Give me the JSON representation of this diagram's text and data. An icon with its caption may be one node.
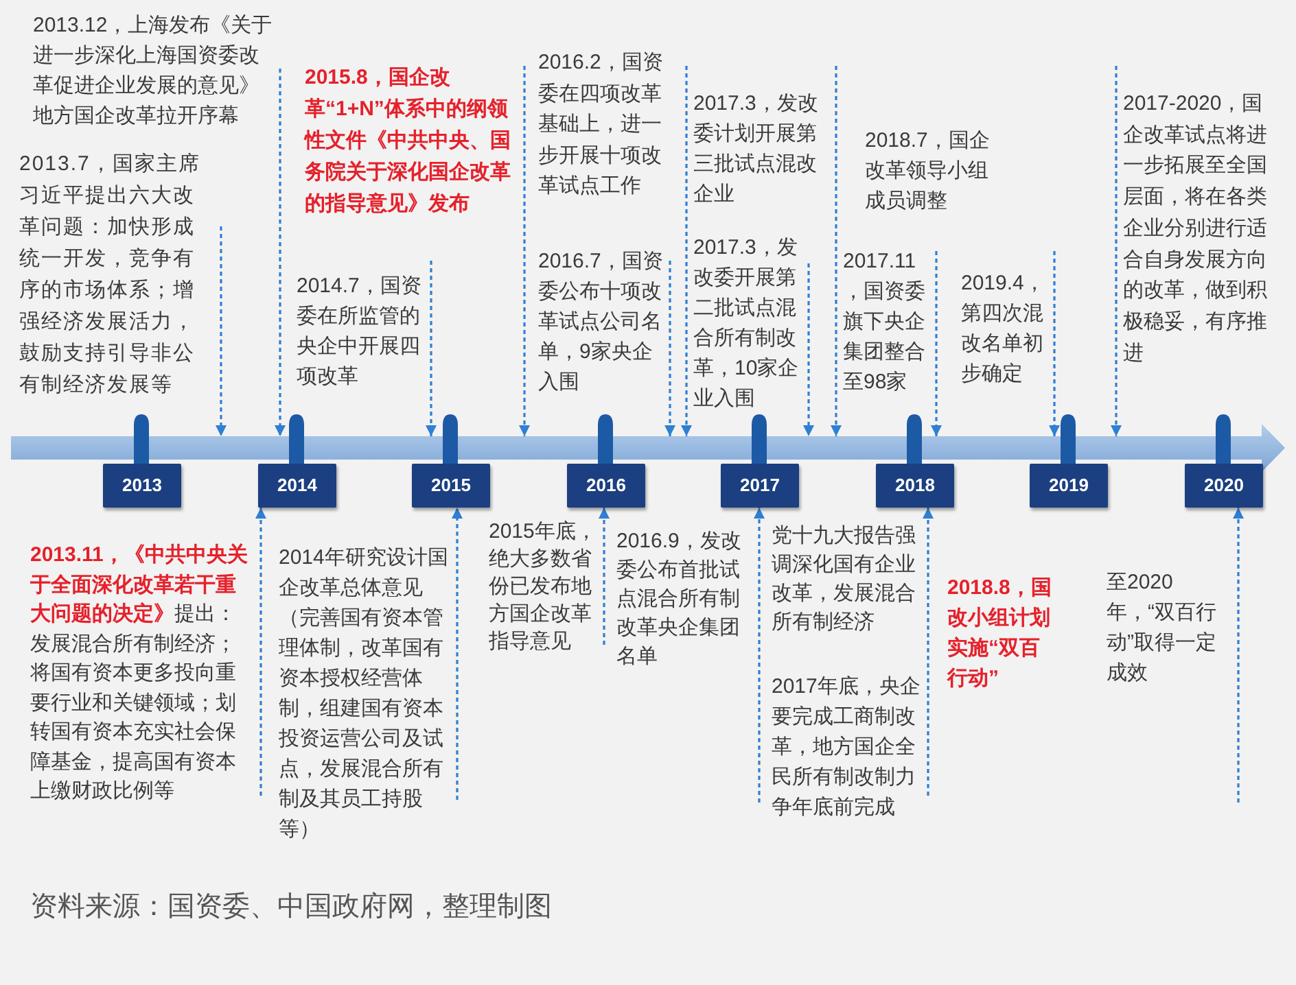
{
  "diagram": {
    "caption": "资料来源：国资委、中国政府网，整理制图",
    "nodes": [
      {
        "text": [
          "2013.12，上海发布《关于进一步深化上海国资委改革促进企业发展的意见》地方国企改革拉开序幕"
        ]
      },
      {
        "text": [
          "2013.7，国家主席习近平提出六大改革问题：加快形成统一开发，竞争有序的市场体系；增强经济发展活力，鼓励支持引导非公有制经济发展等"
        ]
      },
      {
        "text": [
          "2015.8，国企改革“1+N”体系中的纲领性文件《中共中央、国务院关于深化国企改革的指导意见》发布"
        ]
      },
      {
        "text": [
          "2014.7，国资委在所监管的央企中开展四项改革"
        ]
      },
      {
        "text": [
          "2016.2，国资委在四项改革基础上，进一步开展十项改革试点工作"
        ]
      },
      {
        "text": [
          "2016.7，国资委公布十项改革试点公司名单，9家央企入围"
        ]
      },
      {
        "text": [
          "2017.3，发改委计划开展第三批试点混改企业"
        ]
      },
      {
        "text": [
          "2017.3，发改委开展第二批试点混合所有制改革，10家企业入围"
        ]
      },
      {
        "text": [
          "2017.11，国资委旗下央企集团整合至98家"
        ]
      },
      {
        "text": [
          "2019.4，第四次混改名单初步确定"
        ]
      },
      {
        "text": [
          "2017-2020，国企改革试点将进一步拓展至全国层面，将在各类企业分别进行适合自身发展方向的改革，做到积极稳妥，有序推进"
        ]
      },
      {
        "text": [],
        "shape": "bar"
      },
      {
        "text": [
          "2013"
        ]
      },
      {
        "text": [
          "2014"
        ]
      },
      {
        "text": [
          "2015"
        ]
      },
      {
        "text": [
          "2016"
        ]
      },
      {
        "text": [
          "2017"
        ]
      },
      {
        "text": [
          "2018"
        ]
      },
      {
        "text": [
          "2019"
        ]
      },
      {
        "text": [
          "2020"
        ]
      },
      {
        "text": [
          "**2013.11，《中共中央关于全面深化改革若干重大问题的决定》**提出：发展混合所有制经济；将国有资本更多投向重要行业和关键领域；划转国有资本充实社会保障基金，提高国有资本上缴财政比例等"
        ]
      },
      {
        "text": [
          "2014年研究设计国企改革总体意见（完善国有资本管理体制，改革国有资本授权经营体制，组建国有资本投资运营公司及试点，发展混合所有制及其员工持股等）"
        ]
      },
      {
        "text": [
          "2015年底，绝大多数省份已发布地方国企改革指导意见"
        ]
      },
      {
        "text": [
          "2017年底，央企要完成工商制改革，地方国企全民所有制改制力争年底前完成"
        ]
      }
    ],
    "edges": [
      {
        "from": 1,
        "to": 11,
        "arrow": "to",
        "style": "dashed"
      },
      {
        "from": 0,
        "to": 11,
        "arrow": "to",
        "style": "dashed"
      },
      {
        "from": 3,
        "to": 11,
        "arrow": "to",
        "style": "dashed"
      },
      {
        "from": 2,
        "to": 11,
        "arrow": "to",
        "style": "dashed"
      },
      {
        "from": 5,
        "to": 11,
        "arrow": "to",
        "style": "dashed"
      },
      {
        "from": 4,
        "to": 11,
        "arrow": "to",
        "style": "dashed"
      },
      {
        "from": 7,
        "to": 11,
        "arrow": "to",
        "style": "dashed"
      },
      {
        "from": 6,
        "to": 11,
        "arrow": "to",
        "style": "dashed"
      },
      {
        "from": 8,
        "to": 11,
        "arrow": "to",
        "style": "dashed"
      },
      {
        "from": 9,
        "to": 11,
        "arrow": "to",
        "style": "dashed"
      },
      {
        "from": 10,
        "to": 11,
        "arrow": "to",
        "style": "dashed"
      },
      {
        "from": 20,
        "to": 13,
        "arrow": "to",
        "style": "dashed"
      },
      {
        "from": 21,
        "to": 14,
        "arrow": "to",
        "style": "dashed"
      },
      {
        "from": 22,
        "to": 15,
        "arrow": "to",
        "style": "dashed"
      },
      {
        "from": 23,
        "to": 16,
        "arrow": "to",
        "style": "dashed"
      },
      {
        "from": 23,
        "to": 17,
        "arrow": "to",
        "style": "dashed"
      },
      {
        "from": null,
        "to": 19,
        "arrow": "to",
        "style": "dashed"
      }
    ],
    "labels": [
      "2018.7，国企改革领导小组成员调整",
      "2016.9，发改委公布首批试点混合所有制改革央企集团名单",
      "党十九大报告强调深化国有企业改革，发展混合所有制经济",
      "2018.8，国改小组计划实施“双百行动”",
      "至2020年，“双百行动”取得一定成效"
    ]
  }
}
